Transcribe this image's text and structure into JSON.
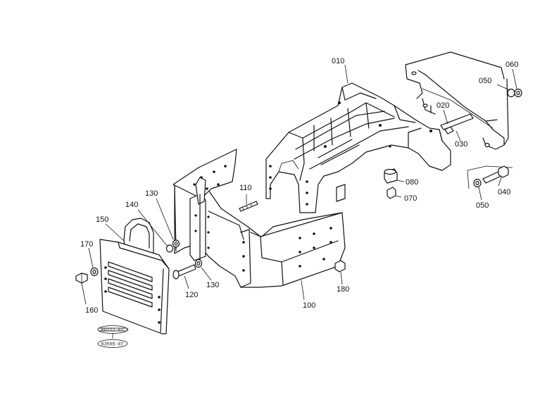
{
  "parts": {
    "p010": "010",
    "p020": "020",
    "p030": "030",
    "p040": "040",
    "p050a": "050",
    "p050b": "050",
    "p060": "060",
    "p070": "070",
    "p080": "080",
    "p100": "100",
    "p110": "110",
    "p120": "120",
    "p130a": "130",
    "p130b": "130",
    "p140": "140",
    "p150": "150",
    "p160": "160",
    "p170": "170",
    "p180": "180"
  },
  "references": {
    "ref1": "K0212-07",
    "ref2": "K3595-07"
  }
}
